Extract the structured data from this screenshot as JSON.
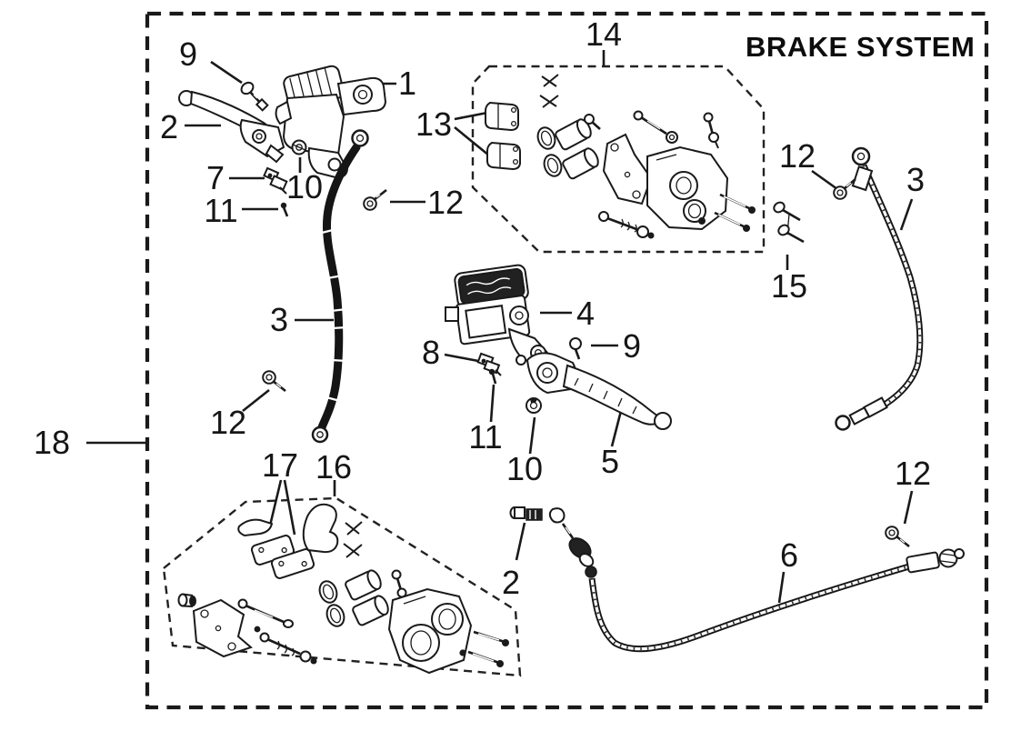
{
  "title": "BRAKE SYSTEM",
  "callouts": [
    {
      "part": "9"
    },
    {
      "part": "2"
    },
    {
      "part": "1"
    },
    {
      "part": "7"
    },
    {
      "part": "10"
    },
    {
      "part": "11"
    },
    {
      "part": "12"
    },
    {
      "part": "13"
    },
    {
      "part": "14"
    },
    {
      "part": "12"
    },
    {
      "part": "3"
    },
    {
      "part": "15"
    },
    {
      "part": "3"
    },
    {
      "part": "12"
    },
    {
      "part": "4"
    },
    {
      "part": "8"
    },
    {
      "part": "9"
    },
    {
      "part": "11"
    },
    {
      "part": "10"
    },
    {
      "part": "5"
    },
    {
      "part": "17"
    },
    {
      "part": "16"
    },
    {
      "part": "18"
    },
    {
      "part": "2"
    },
    {
      "part": "6"
    },
    {
      "part": "12"
    }
  ]
}
